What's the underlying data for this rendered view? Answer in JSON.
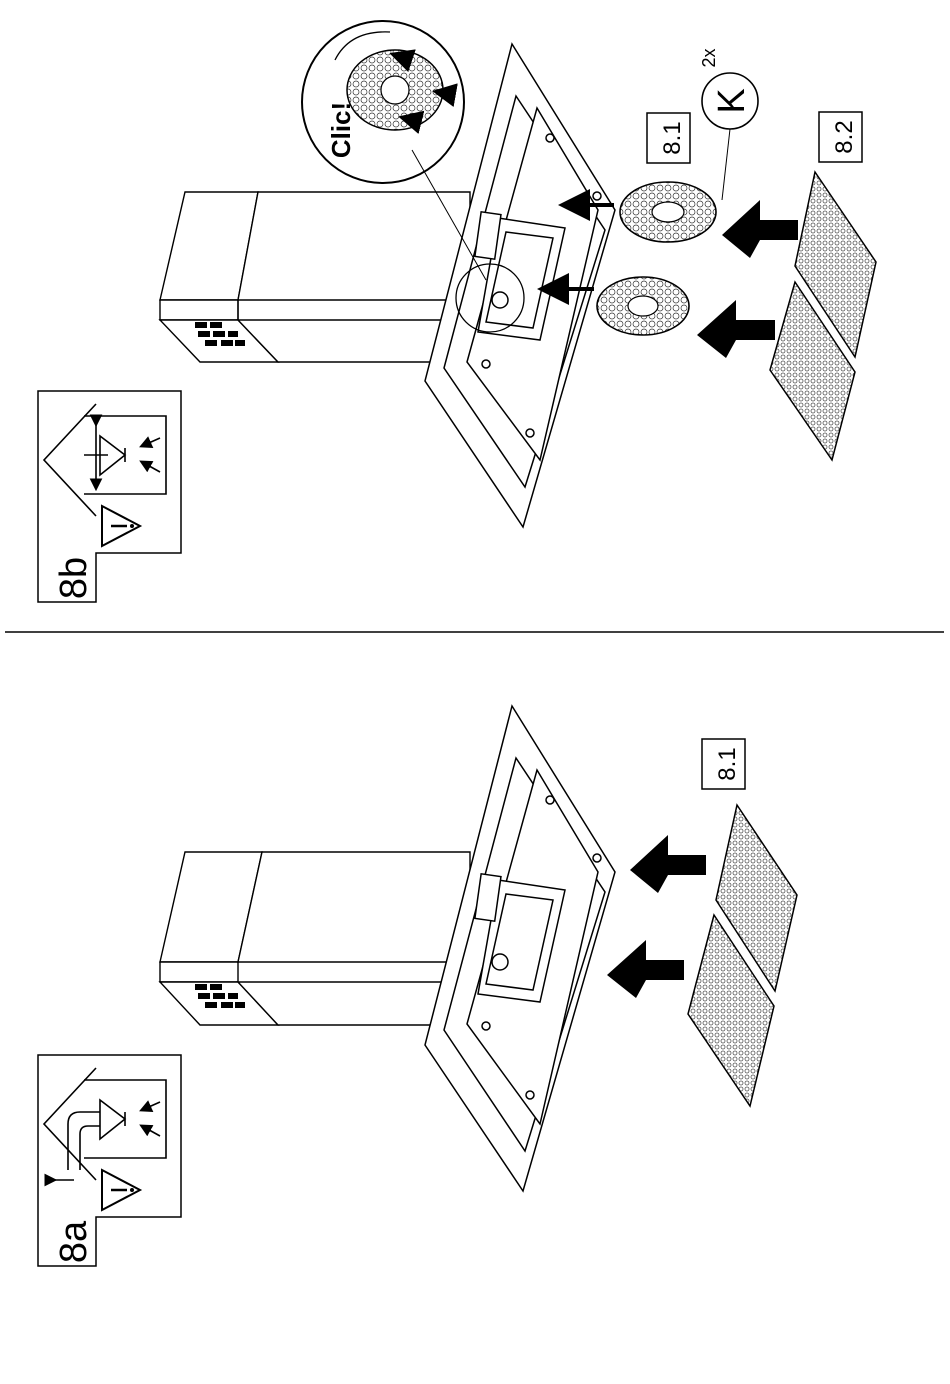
{
  "top_panel": {
    "step_label": "8b",
    "callout_filter_1": "8.1",
    "callout_filter_2": "8.2",
    "click_text": "Clic!",
    "count_label": "2x",
    "part_letter": "K"
  },
  "bottom_panel": {
    "step_label": "8a",
    "callout_filter_1": "8.1"
  },
  "colors": {
    "ink": "#000000",
    "paper": "#ffffff",
    "mesh": "#9a9a9a"
  }
}
